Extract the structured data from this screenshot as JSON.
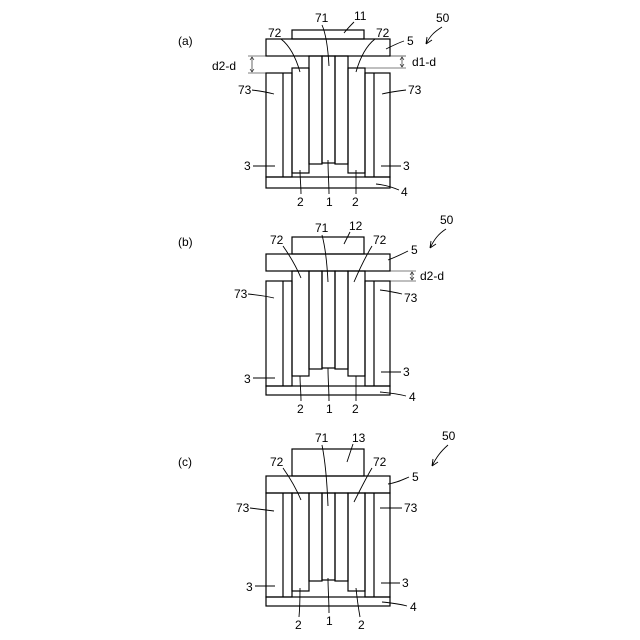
{
  "panels": [
    {
      "label": "(a)",
      "device_ref": "50",
      "top_part_ref": "11",
      "dims": [
        "d2-d",
        "d1-d"
      ],
      "refs": {
        "r71": "71",
        "r72_left": "72",
        "r72_right": "72",
        "r5": "5",
        "r73_left": "73",
        "r73_right": "73",
        "r3_left": "3",
        "r3_right": "3",
        "r2_left": "2",
        "r1": "1",
        "r2_right": "2",
        "r4": "4"
      }
    },
    {
      "label": "(b)",
      "device_ref": "50",
      "top_part_ref": "12",
      "dims": [
        "d2-d"
      ],
      "refs": {
        "r71": "71",
        "r72_left": "72",
        "r72_right": "72",
        "r5": "5",
        "r73_left": "73",
        "r73_right": "73",
        "r3_left": "3",
        "r3_right": "3",
        "r2_left": "2",
        "r1": "1",
        "r2_right": "2",
        "r4": "4"
      }
    },
    {
      "label": "(c)",
      "device_ref": "50",
      "top_part_ref": "13",
      "dims": [],
      "refs": {
        "r71": "71",
        "r72_left": "72",
        "r72_right": "72",
        "r5": "5",
        "r73_left": "73",
        "r73_right": "73",
        "r3_left": "3",
        "r3_right": "3",
        "r2_left": "2",
        "r1": "1",
        "r2_right": "2",
        "r4": "4"
      }
    }
  ]
}
